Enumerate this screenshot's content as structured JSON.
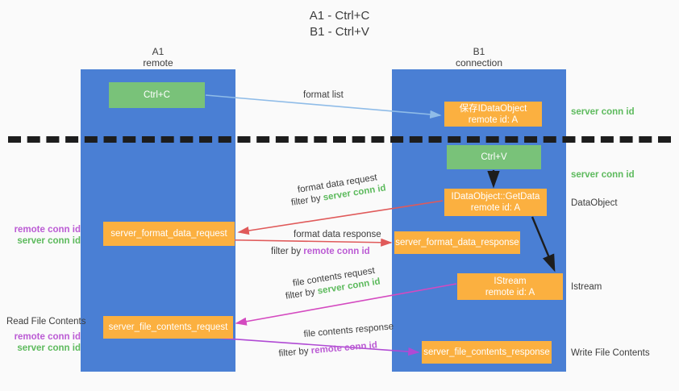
{
  "title": "A1 - Ctrl+C\nB1 - Ctrl+V",
  "colors": {
    "lane_blue": "#4a7fd4",
    "box_green": "#79c279",
    "box_orange": "#fbb040",
    "server_conn_green": "#5dba5d",
    "remote_conn_purple": "#bb5bd4",
    "arrow_light_blue": "#8fbce8",
    "arrow_red": "#e05a5a",
    "arrow_magenta": "#d44ac0",
    "arrow_purple": "#b04ad4",
    "arrow_black": "#1d1d1d",
    "divider_black": "#1d1d1d",
    "background": "#fafafa"
  },
  "columns": {
    "a1": {
      "name": "A1",
      "subtitle": "remote",
      "header": "A1\nremote"
    },
    "b1": {
      "name": "B1",
      "subtitle": "connection",
      "header": "B1\nconnection"
    }
  },
  "boxes": {
    "ctrl_c": {
      "label": "Ctrl+C",
      "color": "green",
      "column": "a1"
    },
    "save_idataobject": {
      "label": "保存IDataObject\nremote id: A",
      "color": "orange",
      "column": "b1"
    },
    "ctrl_v": {
      "label": "Ctrl+V",
      "color": "green",
      "column": "b1"
    },
    "getdata": {
      "label": "IDataObject::GetData\nremote id: A",
      "color": "orange",
      "column": "b1"
    },
    "server_format_data_request": {
      "label": "server_format_data_request",
      "color": "orange",
      "column": "a1"
    },
    "server_format_data_response": {
      "label": "server_format_data_response",
      "color": "orange",
      "column": "b1"
    },
    "istream": {
      "label": "IStream\nremote id: A",
      "color": "orange",
      "column": "b1"
    },
    "server_file_contents_request": {
      "label": "server_file_contents_request",
      "color": "orange",
      "column": "a1"
    },
    "server_file_contents_response": {
      "label": "server_file_contents_response",
      "color": "orange",
      "column": "b1"
    }
  },
  "edge_labels": {
    "format_list": "format list",
    "format_data_request": "format data request",
    "format_data_request_filter_prefix": "filter by ",
    "format_data_request_filter_value": "server conn id",
    "format_data_response": "format data response",
    "format_data_response_filter_prefix": "filter by ",
    "format_data_response_filter_value": "remote conn id",
    "file_contents_request": "file contents request",
    "file_contents_request_filter_prefix": "filter by ",
    "file_contents_request_filter_value": "server conn id",
    "file_contents_response": "file contents response",
    "file_contents_response_filter_prefix": "filter by ",
    "file_contents_response_filter_value": "remote conn id"
  },
  "side_notes": {
    "server_conn_id_top": "server conn id",
    "server_conn_id_mid": "server conn id",
    "dataobject": "DataObject",
    "istream": "Istream",
    "write_file_contents": "Write File Contents",
    "read_file_contents": "Read File Contents",
    "remote_conn_id": "remote conn id",
    "server_conn_id": "server conn id"
  }
}
